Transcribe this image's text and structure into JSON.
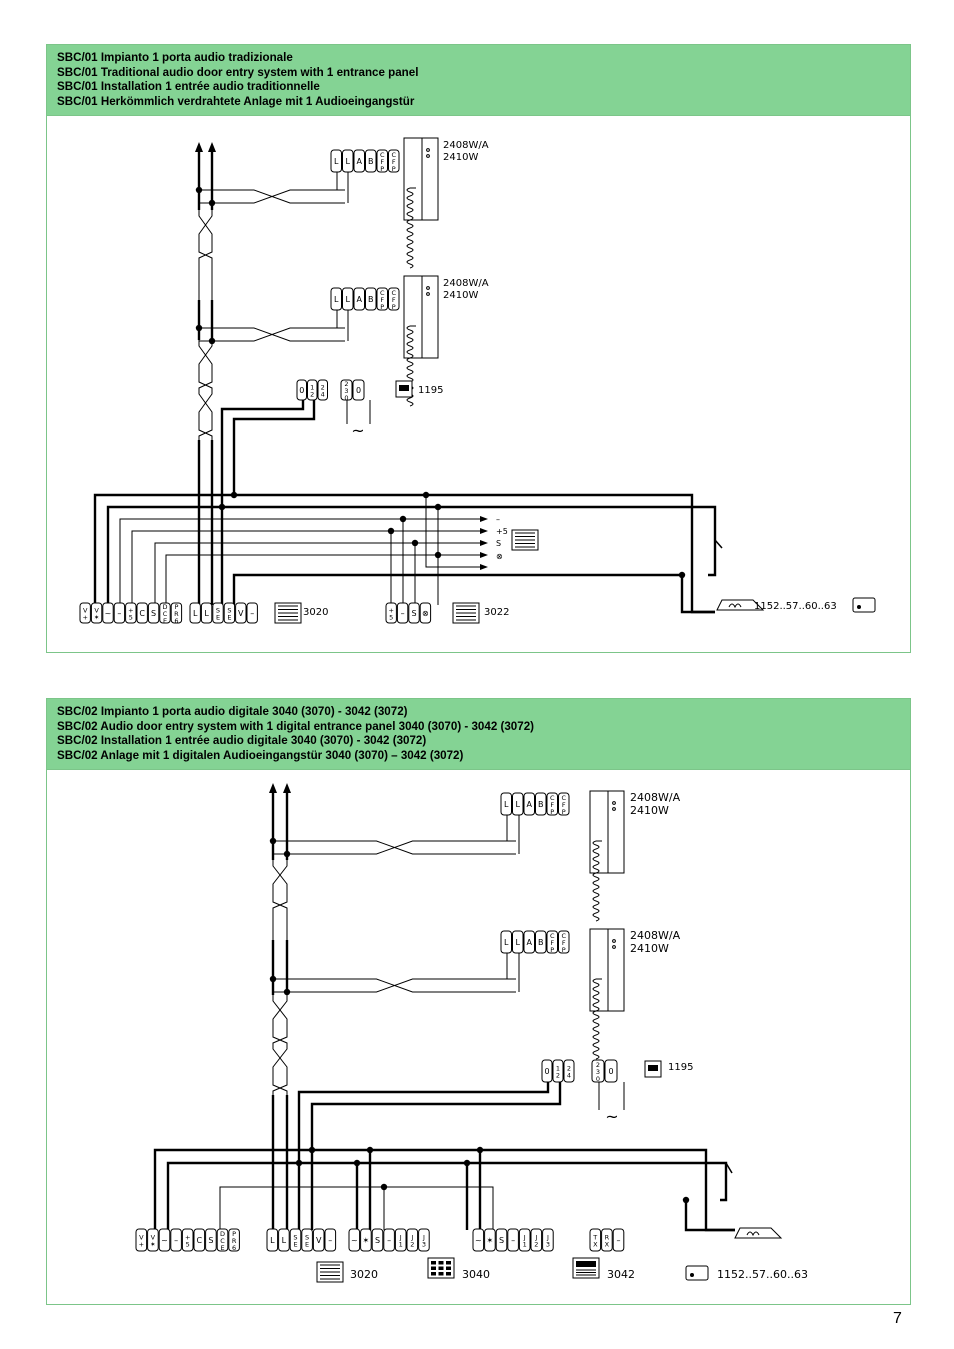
{
  "diagram1": {
    "title_lines": [
      "SBC/01 Impianto 1 porta audio tradizionale",
      "SBC/01 Traditional audio door entry system with 1 entrance panel",
      "SBC/01 Installation 1 entrée audio traditionnelle",
      "SBC/01 Herkömmlich verdrahtete Anlage mit 1 Audioeingangstür"
    ],
    "handset_labels": [
      "2408W/A",
      "2410W"
    ],
    "handset_terminals": [
      "L",
      "L",
      "A",
      "B",
      "CFP",
      "CFP"
    ],
    "psu_label": "1195",
    "psu_terminals": [
      "0",
      "12",
      "24",
      "230",
      "0"
    ],
    "ac_symbol": "~",
    "panel_label": "3020",
    "panel_terminals": [
      "V+",
      "V✶",
      "~",
      "–",
      "+5",
      "C",
      "S",
      "DCE",
      "PR6",
      "L",
      "L",
      "SE",
      "SE",
      "V",
      "–"
    ],
    "module_label": "3022",
    "module_terminals": [
      "+5",
      "–",
      "S",
      "⊗"
    ],
    "module_arrows": [
      "–",
      "+5",
      "S",
      "⊗"
    ],
    "lock_label": "1152..57..60..63"
  },
  "diagram2": {
    "title_lines": [
      "SBC/02 Impianto 1 porta audio digitale 3040 (3070) - 3042 (3072)",
      "SBC/02 Audio door entry system with 1 digital entrance panel 3040 (3070) - 3042 (3072)",
      "SBC/02 Installation 1 entrée audio digitale 3040 (3070) - 3042 (3072)",
      "SBC/02 Anlage mit 1 digitalen Audioeingangstür 3040 (3070) – 3042 (3072)"
    ],
    "handset_labels": [
      "2408W/A",
      "2410W"
    ],
    "handset_terminals": [
      "L",
      "L",
      "A",
      "B",
      "CFP",
      "CFP"
    ],
    "psu_label": "1195",
    "psu_terminals": [
      "0",
      "12",
      "24",
      "230",
      "0"
    ],
    "ac_symbol": "~",
    "panel_terminals": [
      "V+",
      "V✶",
      "~",
      "–",
      "+5",
      "C",
      "S",
      "DCE",
      "PR6",
      "L",
      "L",
      "SE",
      "SE",
      "V",
      "–"
    ],
    "keypad_terminals": [
      "~",
      "✶",
      "S",
      "–",
      "J1",
      "J2",
      "J3"
    ],
    "keypad2_terminals": [
      "~",
      "✶",
      "S",
      "–",
      "J1",
      "J2",
      "J3"
    ],
    "bus_terminals": [
      "TX",
      "RX",
      "–"
    ],
    "device_labels": [
      "3020",
      "3040",
      "3042",
      "1152..57..60..63"
    ]
  },
  "page_number": "7"
}
